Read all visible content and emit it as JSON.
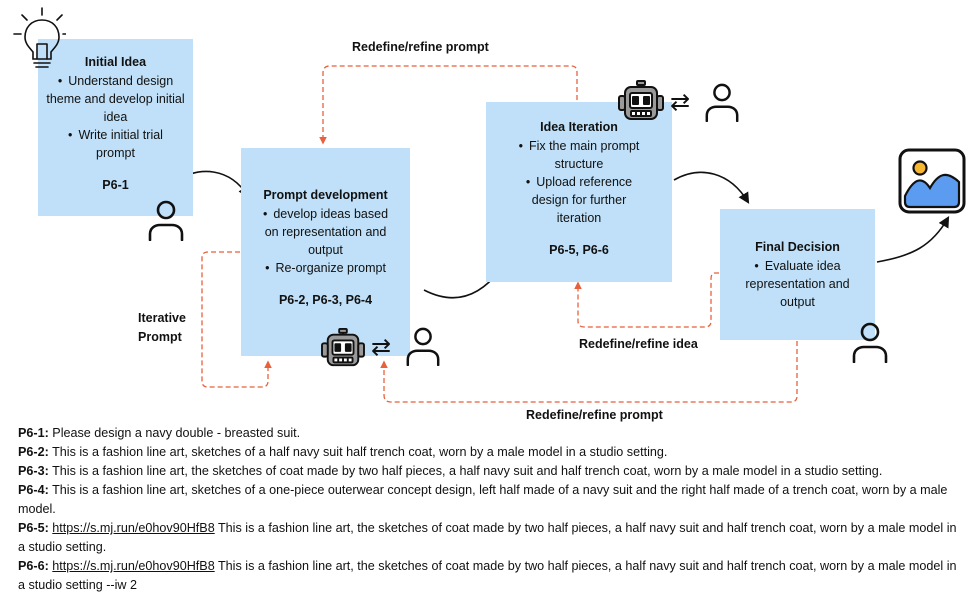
{
  "boxes": {
    "initial": {
      "title": "Initial Idea",
      "bullets": [
        "Understand design theme and develop initial idea",
        "Write initial trial prompt"
      ],
      "ref": "P6-1"
    },
    "prompt_dev": {
      "title": "Prompt development",
      "bullets": [
        "develop ideas based on representation and output",
        "Re-organize prompt"
      ],
      "ref": "P6-2, P6-3, P6-4"
    },
    "iteration": {
      "title": "Idea Iteration",
      "bullets": [
        "Fix the main prompt structure",
        "Upload reference design for further iteration"
      ],
      "ref": "P6-5, P6-6"
    },
    "final": {
      "title": "Final Decision",
      "bullets": [
        "Evaluate idea representation and output"
      ]
    }
  },
  "labels": {
    "refine_prompt_top": "Redefine/refine prompt",
    "iterative_prompt": "Iterative Prompt",
    "refine_idea": "Redefine/refine idea",
    "refine_prompt_bottom": "Redefine/refine prompt"
  },
  "swap_glyph": "⇄",
  "icons": [
    "lightbulb-icon",
    "person-icon",
    "robot-icon",
    "image-icon"
  ],
  "colors": {
    "box": "#bfe0f8",
    "dashed": "#e8603c",
    "image_frame": "#5b9cf0",
    "sun": "#f7b731"
  },
  "notes": [
    {
      "id": "P6-1:",
      "link": "",
      "text": "Please design a navy double - breasted suit."
    },
    {
      "id": "P6-2:",
      "link": "",
      "text": "This is a fashion line art, sketches of a half navy suit half trench coat, worn by a male model in a studio setting."
    },
    {
      "id": "P6-3:",
      "link": "",
      "text": "This is a fashion line art, the sketches of coat made by two half pieces, a half navy suit and half trench coat, worn by a male model in a studio setting."
    },
    {
      "id": "P6-4:",
      "link": "",
      "text": "This is a fashion line art, sketches of a one-piece outerwear concept design, left half made of a navy suit and the right half made of a trench coat, worn by a male model."
    },
    {
      "id": "P6-5:",
      "link": "https://s.mj.run/e0hov90HfB8",
      "text": "This is a fashion line art, the sketches of coat made by two half pieces, a half navy suit and half trench coat, worn by a male model in a studio setting."
    },
    {
      "id": "P6-6:",
      "link": "https://s.mj.run/e0hov90HfB8",
      "text": "This is a fashion line art, the sketches of coat made by two half pieces, a half navy suit and half trench coat, worn by a male model in a studio setting --iw 2"
    }
  ]
}
